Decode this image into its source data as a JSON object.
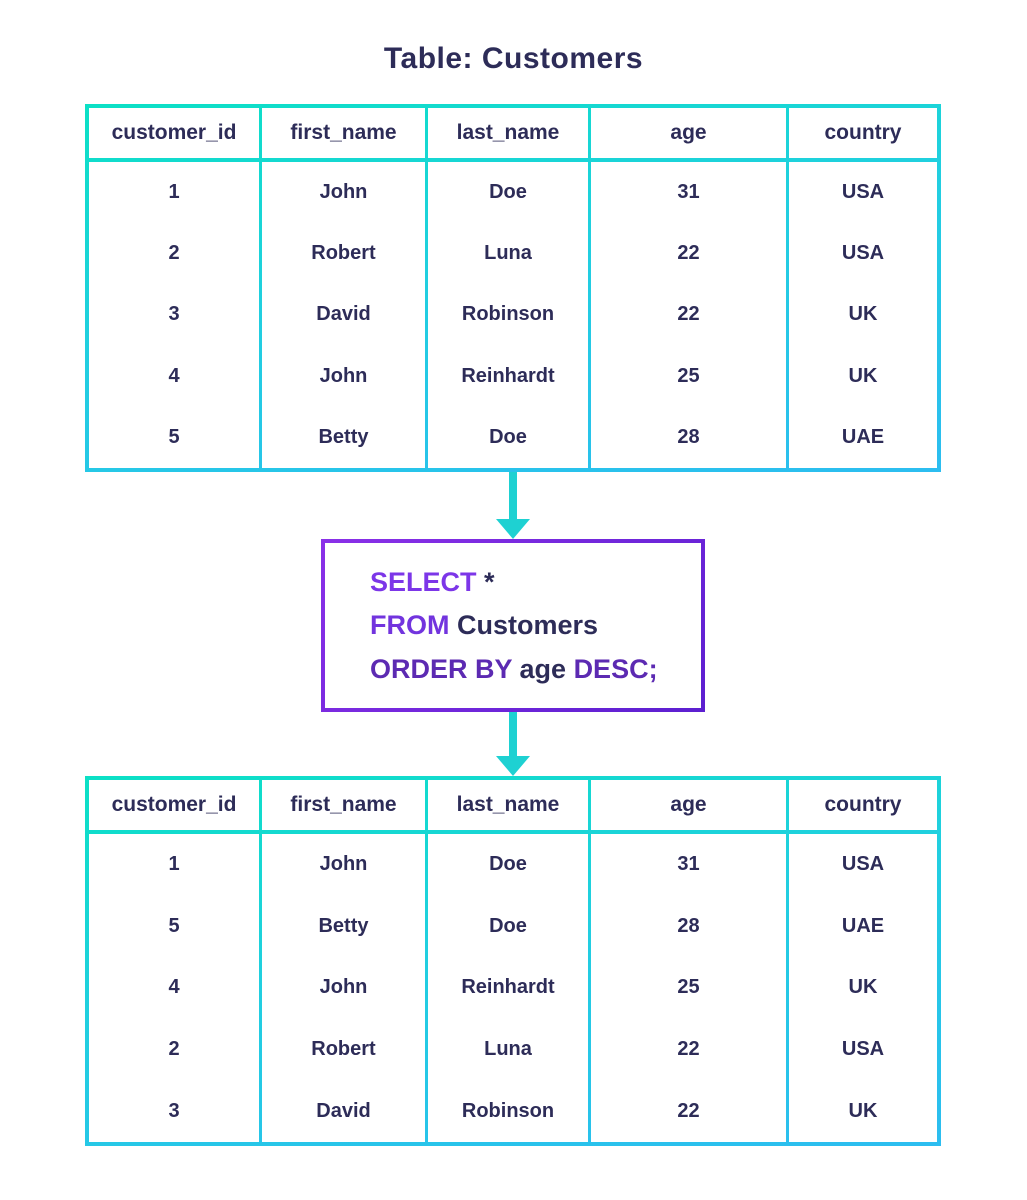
{
  "title": "Table: Customers",
  "initial_table": {
    "headers": [
      "customer_id",
      "first_name",
      "last_name",
      "age",
      "country"
    ],
    "rows": [
      [
        "1",
        "John",
        "Doe",
        "31",
        "USA"
      ],
      [
        "2",
        "Robert",
        "Luna",
        "22",
        "USA"
      ],
      [
        "3",
        "David",
        "Robinson",
        "22",
        "UK"
      ],
      [
        "4",
        "John",
        "Reinhardt",
        "25",
        "UK"
      ],
      [
        "5",
        "Betty",
        "Doe",
        "28",
        "UAE"
      ]
    ]
  },
  "sql": {
    "query_text": "SELECT * FROM Customers ORDER BY age DESC;",
    "lines": [
      {
        "parts": [
          {
            "text": "SELECT",
            "type": "keyword"
          },
          {
            "text": " *",
            "type": "plain"
          }
        ]
      },
      {
        "parts": [
          {
            "text": "FROM",
            "type": "keyword"
          },
          {
            "text": " Customers",
            "type": "plain"
          }
        ]
      },
      {
        "parts": [
          {
            "text": "ORDER BY",
            "type": "keyword"
          },
          {
            "text": " age ",
            "type": "plain"
          },
          {
            "text": "DESC;",
            "type": "keyword"
          }
        ]
      }
    ]
  },
  "result_table": {
    "headers": [
      "customer_id",
      "first_name",
      "last_name",
      "age",
      "country"
    ],
    "rows": [
      [
        "1",
        "John",
        "Doe",
        "31",
        "USA"
      ],
      [
        "5",
        "Betty",
        "Doe",
        "28",
        "UAE"
      ],
      [
        "4",
        "John",
        "Reinhardt",
        "25",
        "UK"
      ],
      [
        "2",
        "Robert",
        "Luna",
        "22",
        "USA"
      ],
      [
        "3",
        "David",
        "Robinson",
        "22",
        "UK"
      ]
    ]
  },
  "colors": {
    "navy_text": "#2d2c58",
    "table_border_teal": "#0be0c5",
    "table_border_blue": "#2cbdf0",
    "arrow_cyan": "#1ed1d2",
    "sql_border_violet": "#8a30e8",
    "sql_border_purple": "#5c1fd0",
    "sql_keyword_bright": "#7c36e8",
    "sql_keyword_mid": "#7234de",
    "sql_keyword_deep": "#5c2ab2"
  }
}
